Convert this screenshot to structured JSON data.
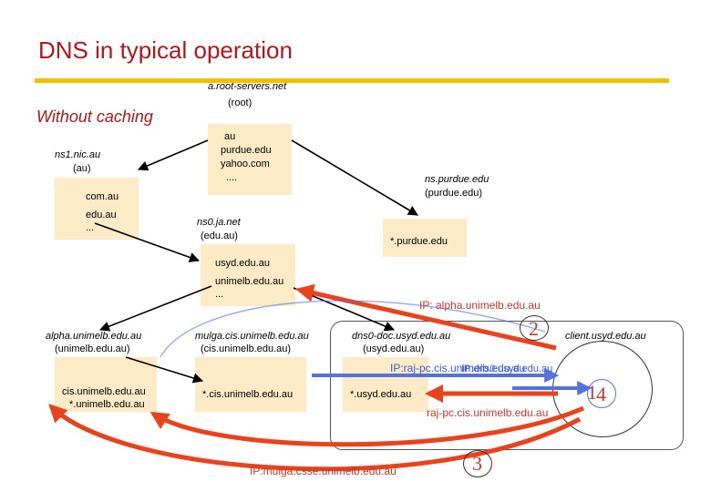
{
  "title": "DNS in typical operation",
  "subtitle": "Without caching",
  "servers": {
    "root": {
      "name": "a.root-servers.net",
      "zone": "(root)",
      "entries": [
        "au",
        "purdue.edu",
        "yahoo.com",
        "...."
      ]
    },
    "nic": {
      "name": "ns1.nic.au",
      "zone": "(au)",
      "entries": [
        "com.au",
        "edu.au",
        "..."
      ]
    },
    "purdue": {
      "name": "ns.purdue.edu",
      "zone": "(purdue.edu)",
      "entries": [
        "*.purdue.edu"
      ]
    },
    "ja": {
      "name": "ns0.ja.net",
      "zone": "(edu.au)",
      "entries": [
        "usyd.edu.au",
        "unimelb.edu.au",
        "..."
      ]
    },
    "alpha": {
      "name": "alpha.unimelb.edu.au",
      "zone": "(unimelb.edu.au)",
      "entries": [
        "cis.unimelb.edu.au",
        "*.unimelb.edu.au"
      ]
    },
    "mulga": {
      "name": "mulga.cis.unimelb.edu.au",
      "zone": "(cis.unimelb.edu.au)",
      "entries": [
        "*.cis.unimelb.edu.au"
      ]
    },
    "dns0": {
      "name": "dns0-doc.usyd.edu.au",
      "zone": "(usyd.edu.au)",
      "entries": [
        "*.usyd.edu.au"
      ]
    },
    "client": {
      "name": "client.usyd.edu.au"
    }
  },
  "messages": {
    "ip_alpha": "IP: alpha.unimelb.edu.au",
    "ip_raj": "IP:raj-pc.cis.unimelb.edu.au",
    "ip_dns0": "IP:dns0.usyd.edu.au",
    "raj_query": "raj-pc.cis.unimelb.edu.au",
    "ip_mulga": "IP:mulga.csse.unimelb.edu.au"
  },
  "steps": [
    "1",
    "2",
    "3",
    "4"
  ],
  "colors": {
    "title": "#b01818",
    "title_bar": "#f0c000",
    "box": "#fdebc8",
    "red_arrow": "#e8431c",
    "blue_arrow": "#5570e0",
    "step": "#c0392b"
  }
}
